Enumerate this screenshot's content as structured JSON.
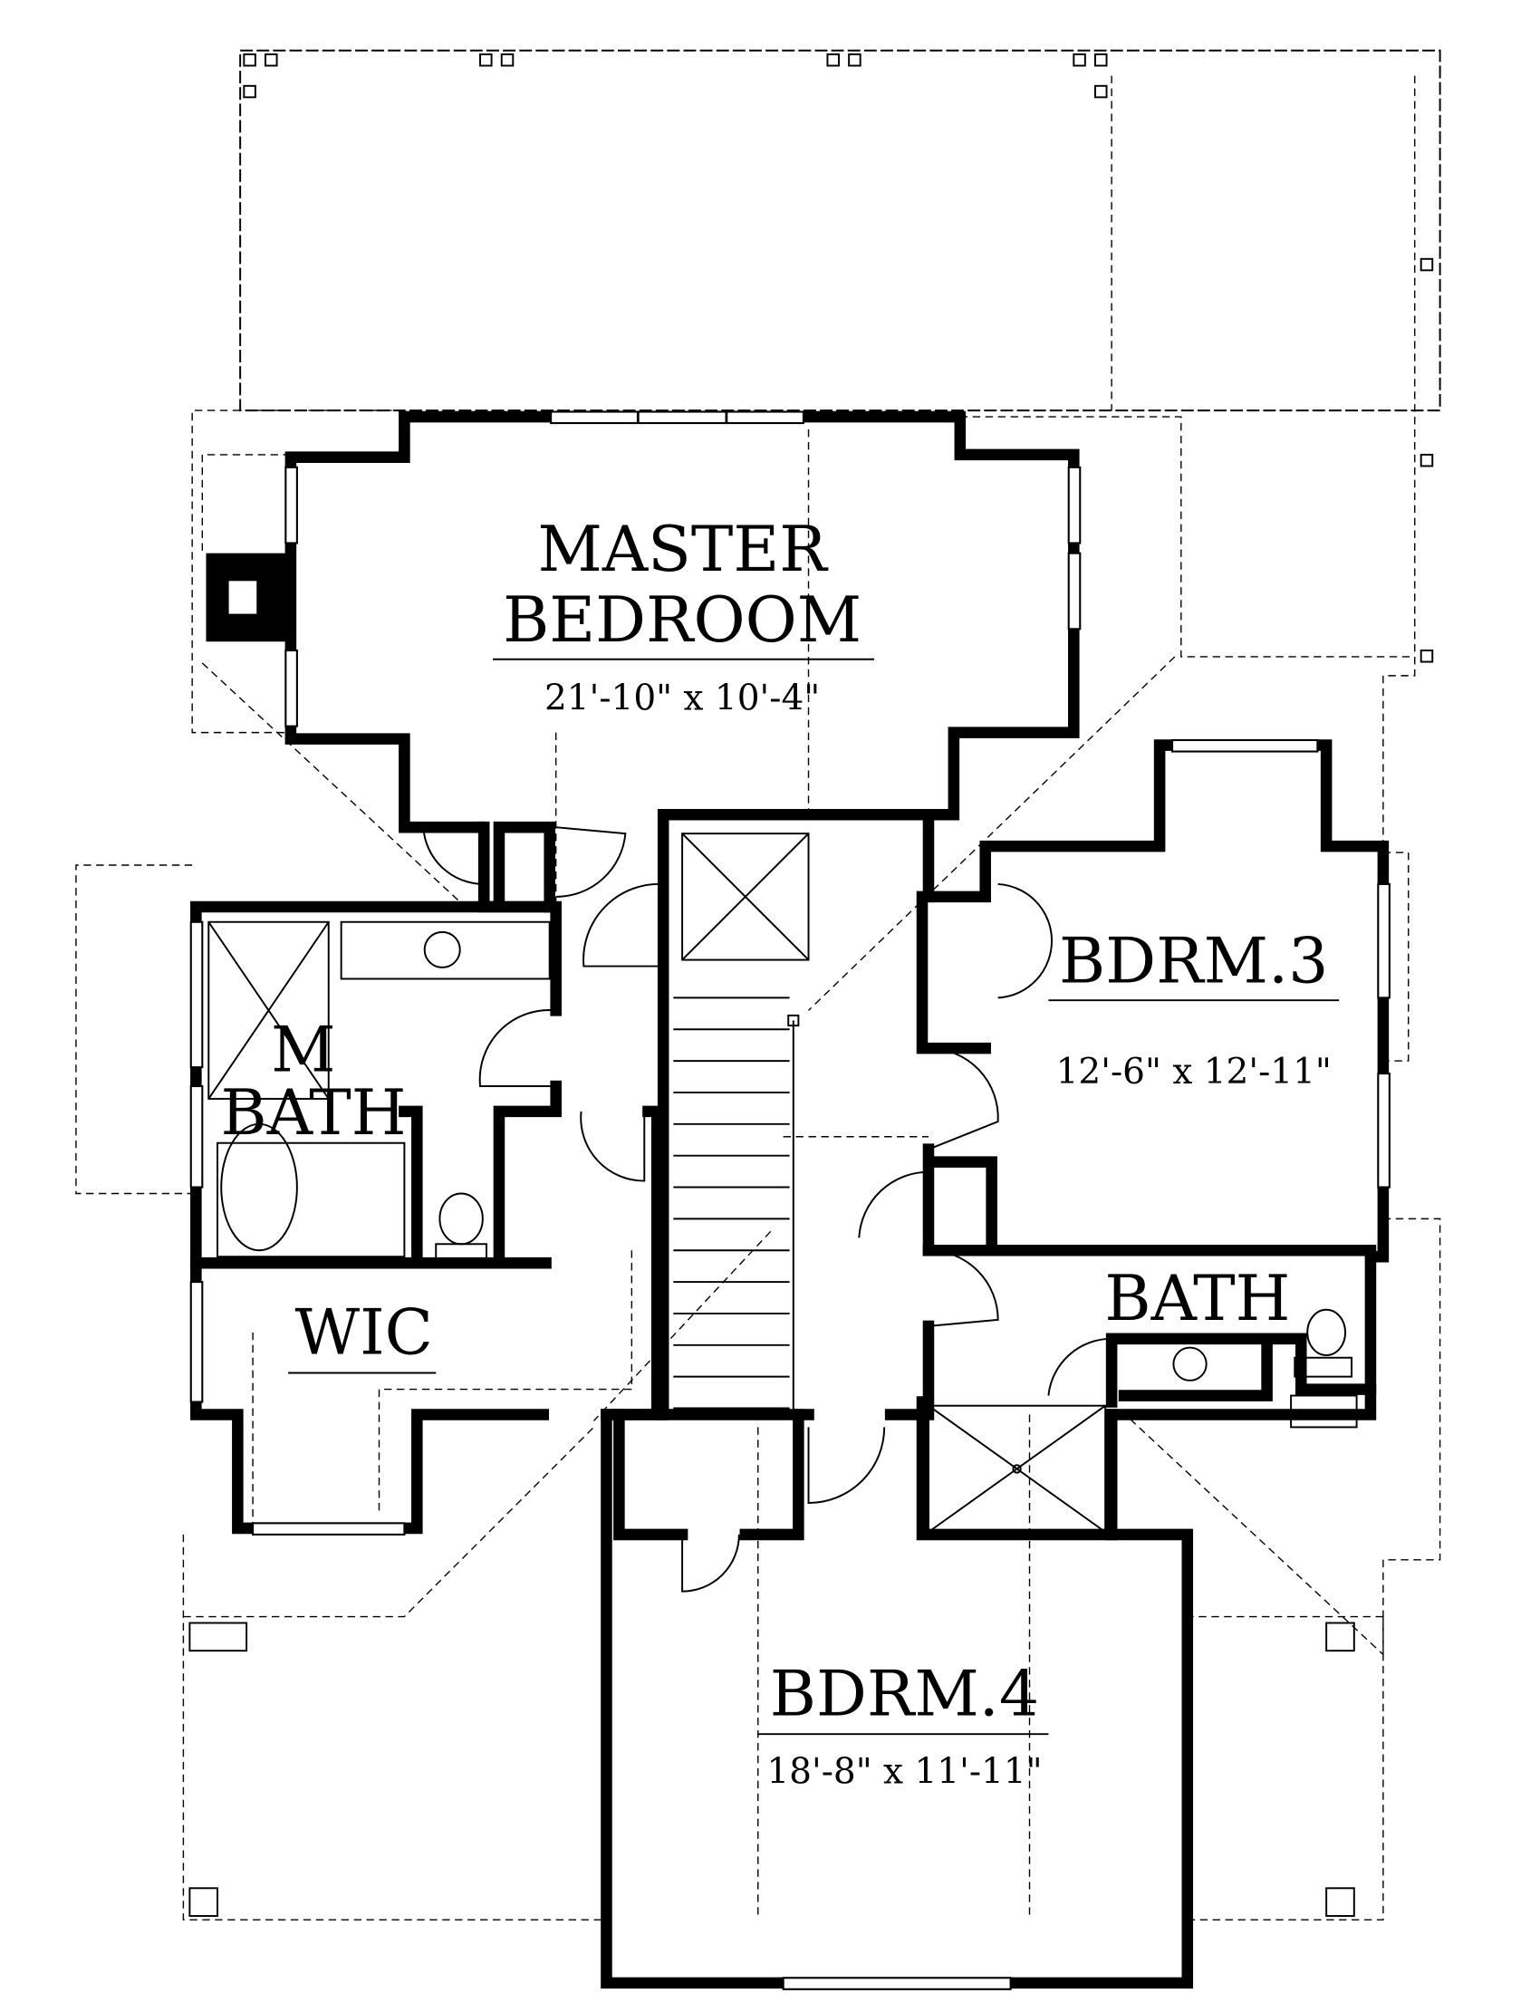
{
  "plan": {
    "rooms": [
      {
        "id": "master-bedroom",
        "name_line1": "MASTER",
        "name_line2": "BEDROOM",
        "dimensions": "21'-10\" x 10'-4\""
      },
      {
        "id": "bdrm3",
        "name": "BDRM.3",
        "dimensions": "12'-6\" x 12'-11\""
      },
      {
        "id": "m-bath",
        "name_line1": "M",
        "name_line2": "BATH"
      },
      {
        "id": "bath",
        "name": "BATH"
      },
      {
        "id": "wic",
        "name": "WIC"
      },
      {
        "id": "bdrm4",
        "name": "BDRM.4",
        "dimensions": "18'-8\" x 11'-11\""
      }
    ]
  }
}
